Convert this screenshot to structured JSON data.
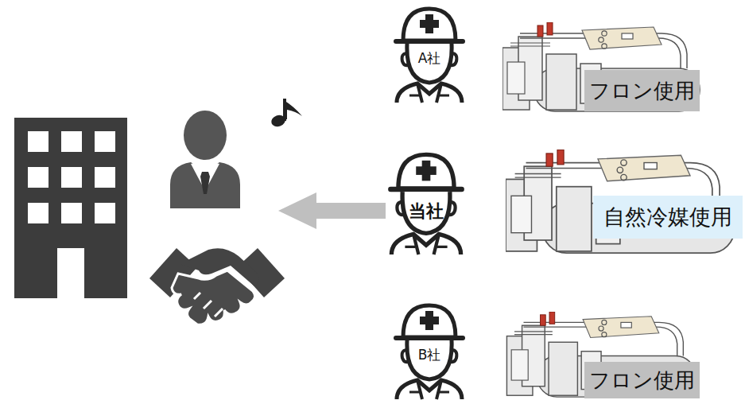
{
  "diagram": {
    "nodes": [
      {
        "text": [
          "A社"
        ]
      },
      {
        "text": [
          "フロン使用"
        ]
      },
      {
        "text": [
          "当社"
        ]
      },
      {
        "text": [
          "自然冷媒使用"
        ]
      },
      {
        "text": [
          "B社"
        ]
      },
      {
        "text": [
          "フロン使用"
        ]
      }
    ]
  }
}
